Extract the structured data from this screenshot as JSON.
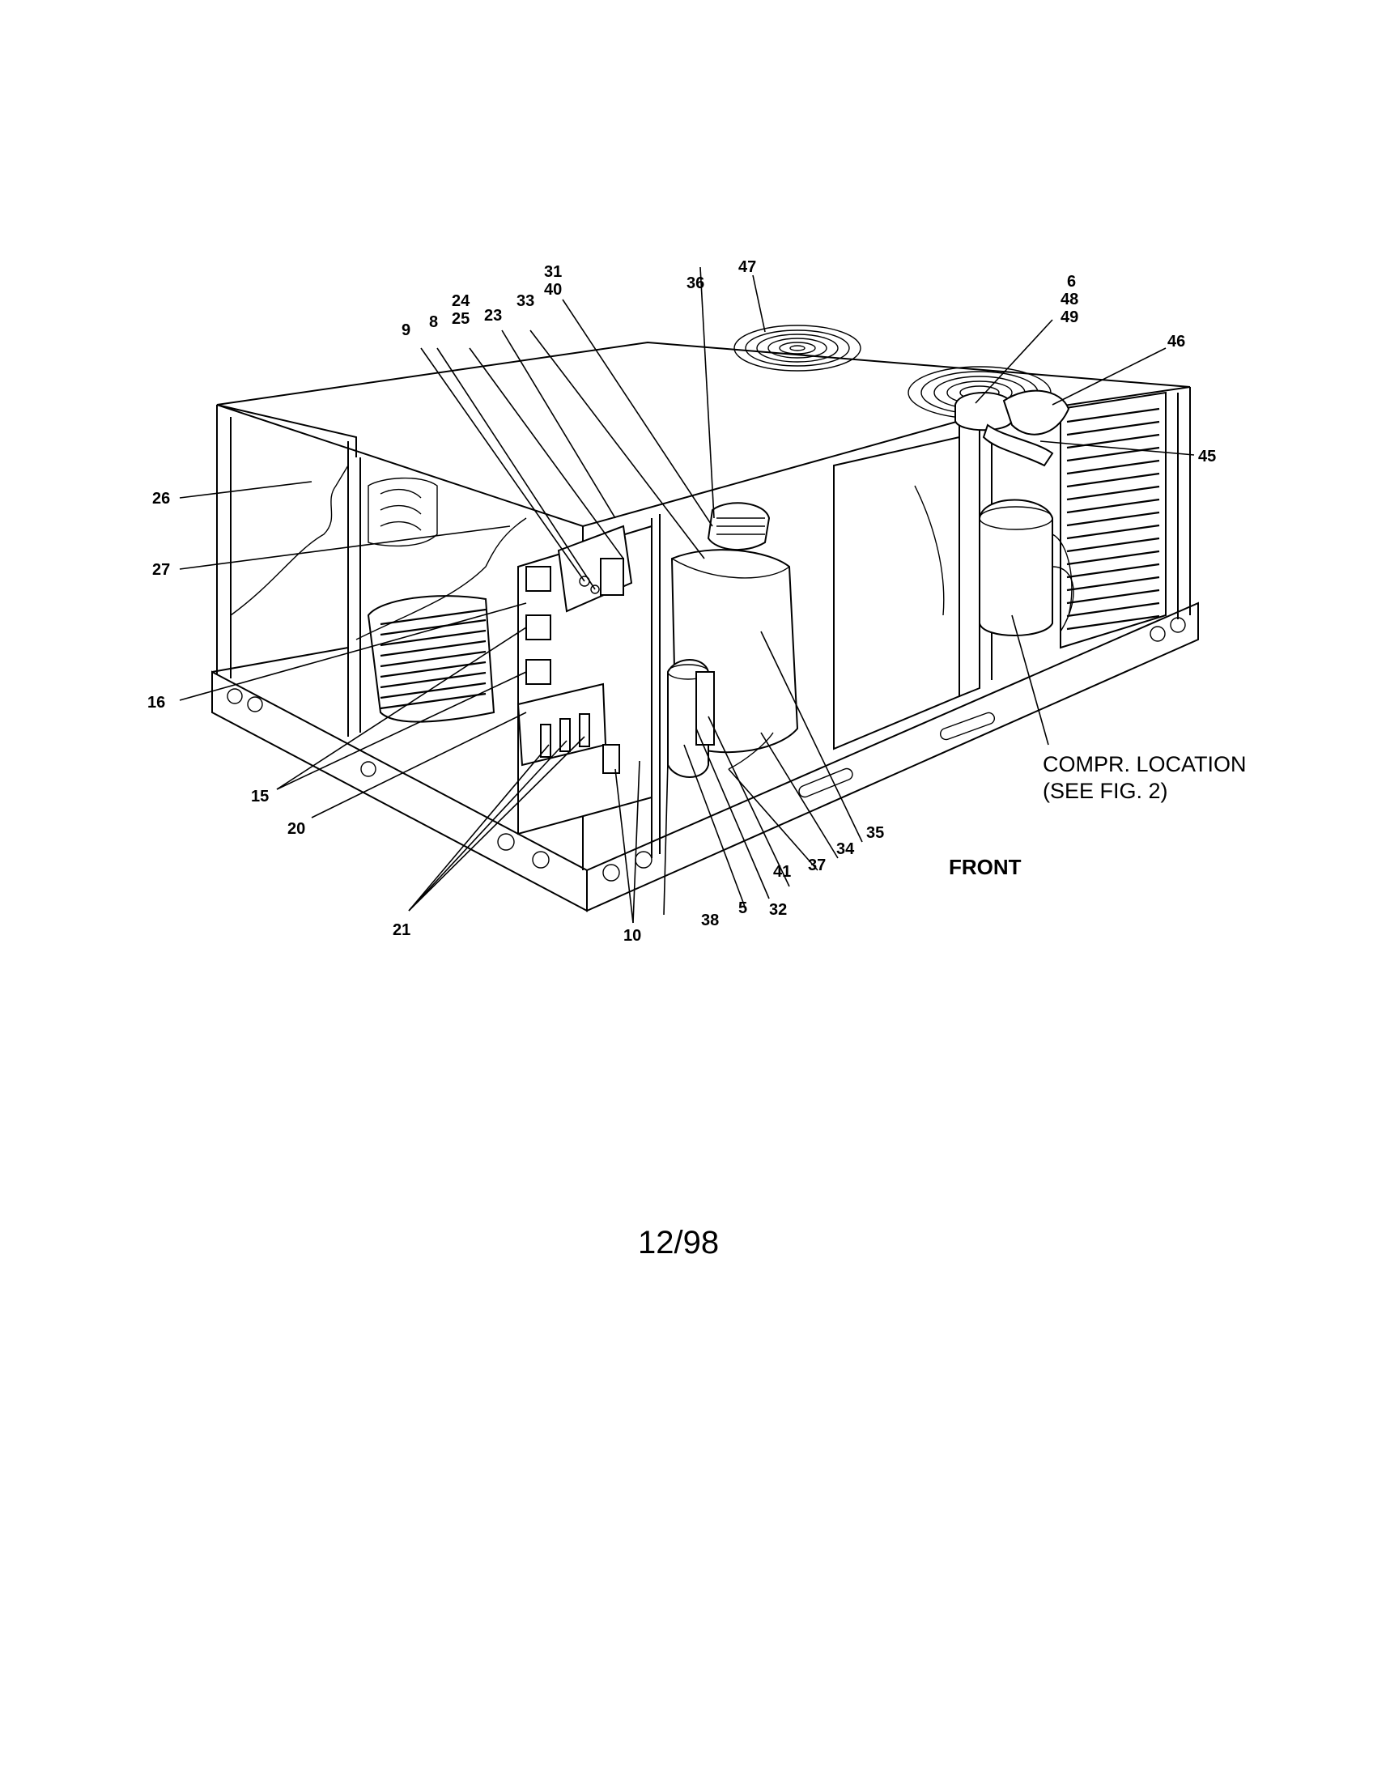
{
  "figure": {
    "front_label": "FRONT",
    "compressor_note_line1": "COMPR. LOCATION",
    "compressor_note_line2": "(SEE FIG. 2)",
    "page_number": "12/98",
    "callouts": {
      "c31": "31",
      "c40": "40",
      "c47": "47",
      "c36": "36",
      "c6": "6",
      "c48": "48",
      "c49": "49",
      "c46": "46",
      "c45": "45",
      "c24": "24",
      "c25": "25",
      "c23": "23",
      "c33": "33",
      "c9": "9",
      "c8": "8",
      "c26": "26",
      "c27": "27",
      "c16": "16",
      "c15": "15",
      "c20": "20",
      "c21": "21",
      "c10": "10",
      "c38": "38",
      "c5": "5",
      "c32": "32",
      "c41": "41",
      "c37": "37",
      "c34": "34",
      "c35": "35"
    }
  }
}
